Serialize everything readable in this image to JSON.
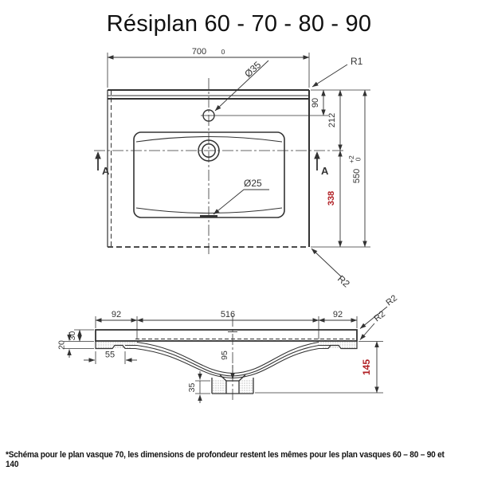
{
  "title": "Résiplan 60 - 70 - 80 - 90",
  "footnote": "*Schéma pour le plan vasque 70, les dimensions de profondeur restent les mêmes pour les plan vasques 60 – 80 – 90 et 140",
  "colors": {
    "line": "#333333",
    "red_dim": "#b01e23",
    "background": "#ffffff"
  },
  "top_view": {
    "overall_width": "700",
    "overall_width_tol": "0",
    "overall_depth": "550",
    "overall_depth_tol_upper": "+2",
    "overall_depth_tol_lower": "0",
    "faucet_hole_dia": "Ø35",
    "overflow_dia": "Ø25",
    "back_edge_to_faucet": "90",
    "back_edge_to_axis": "212",
    "axis_to_front": "338",
    "back_corner_radius": "R1",
    "front_corner_radius": "R2",
    "section_label_left": "A",
    "section_label_right": "A"
  },
  "section_view": {
    "left_ledge": "92",
    "bowl_width": "516",
    "right_ledge": "92",
    "top_thickness": "30",
    "edge_height": "20",
    "ledge_depth": "55",
    "bowl_center_depth": "95",
    "drain_boss_height": "35",
    "total_height": "145",
    "edge_radius_1": "R2",
    "edge_radius_2": "R2"
  }
}
